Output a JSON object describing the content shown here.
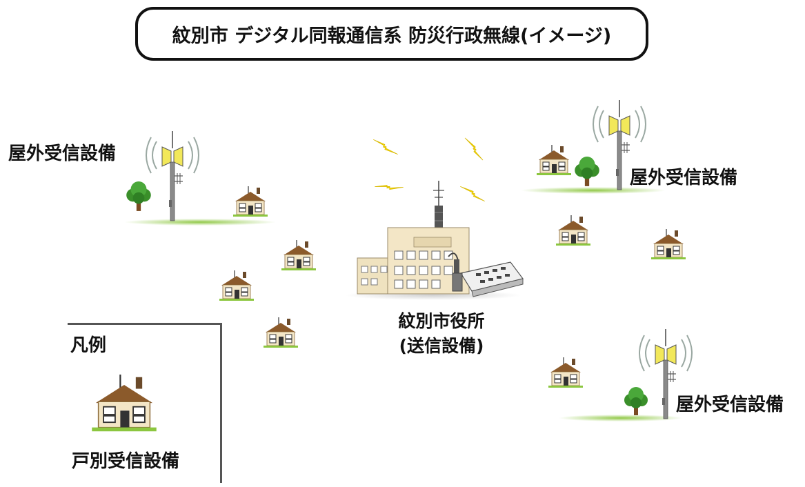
{
  "title": "紋別市 デジタル同報通信系 防災行政無線(イメージ)",
  "outdoor_label_left": "屋外受信設備",
  "outdoor_label_upper_right": "屋外受信設備",
  "outdoor_label_lower_right": "屋外受信設備",
  "city_hall": {
    "name": "紋別市役所",
    "role": "(送信設備)"
  },
  "legend": {
    "heading": "凡例",
    "item_label": "戸別受信設備"
  },
  "colors": {
    "roof": "#8b5a2b",
    "wall": "#f3e6c6",
    "grass": "#8cc63f",
    "tree": "#3a8f2a",
    "antenna_panel": "#f2e85a",
    "wave": "#9aa8a2",
    "lightning": "#f5d800"
  },
  "icons": {
    "house": "house-icon",
    "tree": "tree-icon",
    "outdoor_tower": "outdoor-speaker-tower-icon",
    "city_hall": "city-hall-building-icon",
    "console": "broadcast-console-icon",
    "lightning": "lightning-bolt-icon"
  }
}
